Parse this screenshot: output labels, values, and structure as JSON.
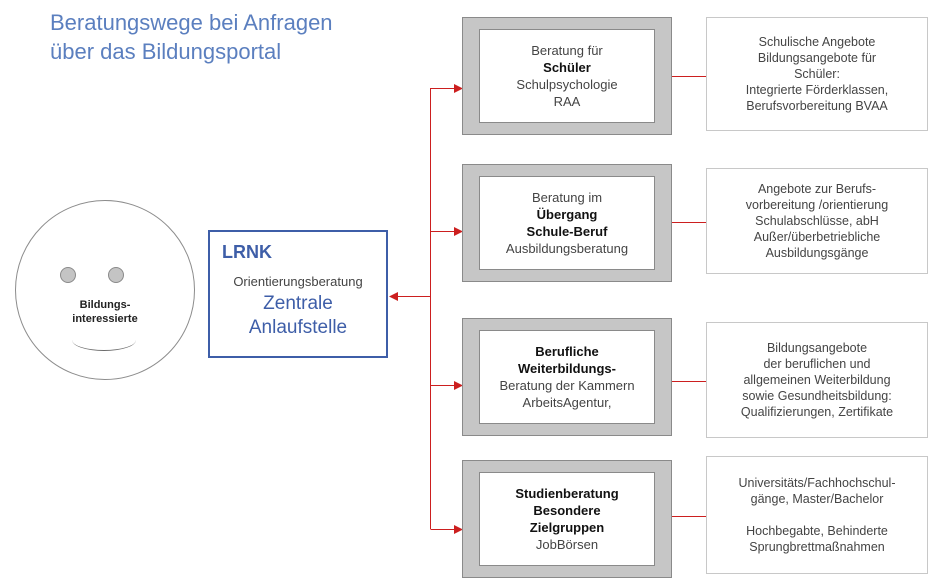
{
  "title": {
    "line1": "Beratungswege bei Anfragen",
    "line2": "über das Bildungsportal"
  },
  "smiley": {
    "label_line1": "Bildungs-",
    "label_line2": "interessierte"
  },
  "lrnk": {
    "heading": "LRNK",
    "subtitle": "Orientierungsberatung",
    "big_line1": "Zentrale",
    "big_line2": "Anlaufstelle"
  },
  "boxes": [
    {
      "l1": "Beratung für",
      "l2": "Schüler",
      "l3": "Schulpsychologie",
      "l4": "RAA"
    },
    {
      "l1": "Beratung im",
      "l2": "Übergang",
      "l3": "Schule-Beruf",
      "l4": "Ausbildungsberatung"
    },
    {
      "l1": "Berufliche",
      "l2": "Weiterbildungs-",
      "l3": "Beratung der Kammern",
      "l4": "ArbeitsAgentur,"
    },
    {
      "l1": "Studienberatung",
      "l2": "Besondere",
      "l3": "Zielgruppen",
      "l4": "JobBörsen"
    }
  ],
  "notes": [
    {
      "l1": "Schulische Angebote",
      "l2": "Bildungsangebote für",
      "l3": "Schüler:",
      "l4": "Integrierte Förderklassen,",
      "l5": "Berufsvorbereitung BVAA"
    },
    {
      "l1": "Angebote zur Berufs-",
      "l2": "vorbereitung /orientierung",
      "l3": "Schulabschlüsse, abH",
      "l4": "Außer/überbetriebliche",
      "l5": "Ausbildungsgänge"
    },
    {
      "l1": "Bildungsangebote",
      "l2": "der beruflichen und",
      "l3": "allgemeinen Weiterbildung",
      "l4": "sowie Gesundheitsbildung:",
      "l5": "Qualifizierungen, Zertifikate"
    },
    {
      "l1": "Universitäts/Fachhochschul-",
      "l2": "gänge, Master/Bachelor",
      "l3": "",
      "l4": "Hochbegabte, Behinderte",
      "l5": "Sprungbrettmaßnahmen"
    }
  ],
  "colors": {
    "title": "#5b7fbf",
    "lrnk_border": "#3e5ea8",
    "connector": "#cc1f1f",
    "frame_bevel": "#c6c6c6"
  }
}
